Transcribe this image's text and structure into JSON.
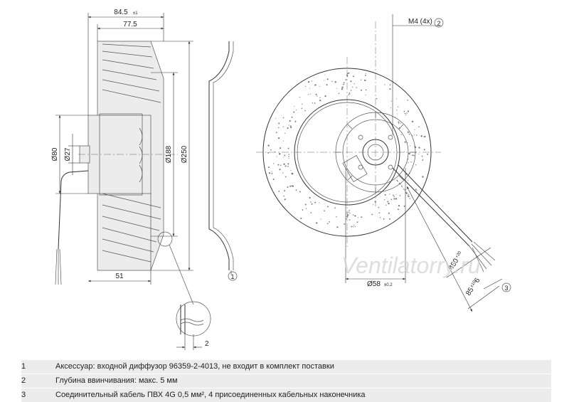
{
  "dimensions": {
    "overall_depth": "84.5",
    "overall_depth_tol": "±1",
    "wheel_depth": "77.5",
    "motor_diameter": "Ø80",
    "hub_diameter": "Ø27",
    "inlet_diameter": "Ø188",
    "wheel_diameter": "Ø250",
    "motor_depth": "51",
    "detail_thickness": "2",
    "thread": "M4 (4x)",
    "bolt_circle": "Ø58",
    "bolt_circle_tol": "±0.2",
    "cable_length": "450",
    "cable_length_tol": "+20",
    "strip_length": "85",
    "strip_length_tol": "±10",
    "wire_end": "6"
  },
  "callouts": {
    "diffuser": "1",
    "thread": "2",
    "cable": "3"
  },
  "watermark": "Ventilatorry.ru",
  "notes": [
    {
      "num": "1",
      "text": "Аксессуар: входной диффузор 96359-2-4013, не входит в комплект поставки"
    },
    {
      "num": "2",
      "text": "Глубина ввинчивания: макс. 5 мм"
    },
    {
      "num": "3",
      "text": "Соединительный кабель ПВХ 4G 0,5 мм², 4 присоединенных кабельных наконечника"
    }
  ],
  "colors": {
    "line": "#333333",
    "fill": "#ececec",
    "watermark": "#d6d6d6"
  }
}
